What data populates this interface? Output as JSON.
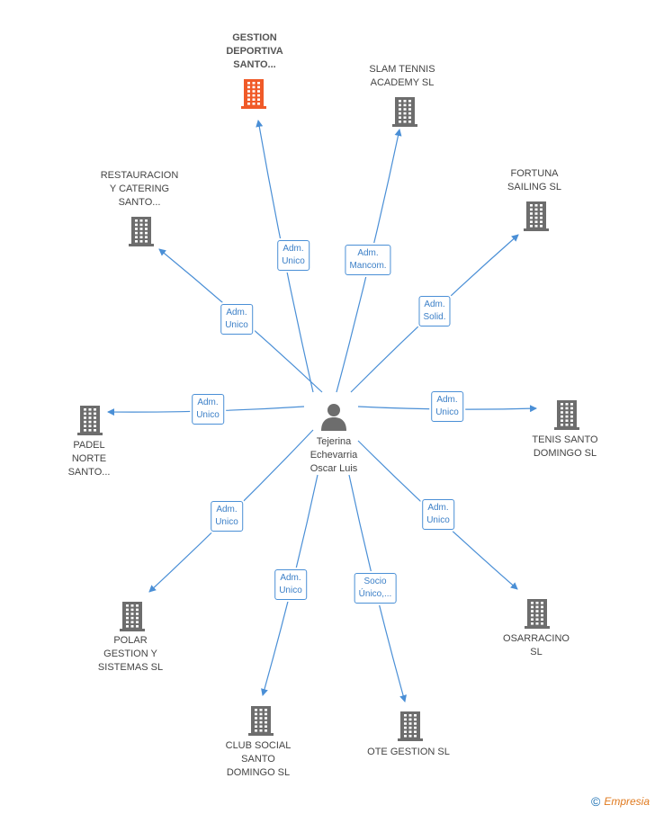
{
  "center": {
    "name": "Tejerina\nEchevarria\nOscar Luis",
    "icon": "person-icon"
  },
  "colors": {
    "edge": "#4a8fd6",
    "building": "#6d6d6d",
    "highlight": "#f05a28"
  },
  "companies": [
    {
      "id": "gestion-deportiva",
      "name": "GESTION\nDEPORTIVA\nSANTO...",
      "role": "Adm.\nUnico",
      "highlight": true
    },
    {
      "id": "slam-tennis",
      "name": "SLAM TENNIS\nACADEMY SL",
      "role": "Adm.\nMancom.",
      "highlight": false
    },
    {
      "id": "fortuna-sailing",
      "name": "FORTUNA\nSAILING SL",
      "role": "Adm.\nSolid.",
      "highlight": false
    },
    {
      "id": "restauracion",
      "name": "RESTAURACION\nY CATERING\nSANTO...",
      "role": "Adm.\nUnico",
      "highlight": false
    },
    {
      "id": "padel-norte",
      "name": "PADEL\nNORTE\nSANTO...",
      "role": "Adm.\nUnico",
      "highlight": false
    },
    {
      "id": "tenis-santo-domingo",
      "name": "TENIS SANTO\nDOMINGO SL",
      "role": "Adm.\nUnico",
      "highlight": false
    },
    {
      "id": "polar-gestion",
      "name": "POLAR\nGESTION Y\nSISTEMAS  SL",
      "role": "Adm.\nUnico",
      "highlight": false
    },
    {
      "id": "osarracino",
      "name": "OSARRACINO\nSL",
      "role": "Adm.\nUnico",
      "highlight": false
    },
    {
      "id": "club-social",
      "name": "CLUB SOCIAL\nSANTO\nDOMINGO SL",
      "role": "Adm.\nUnico",
      "highlight": false
    },
    {
      "id": "ote-gestion",
      "name": "OTE GESTION SL",
      "role": "Socio\nÚnico,...",
      "highlight": false
    }
  ],
  "footer": {
    "copyright": "©",
    "brand": "Empresia"
  }
}
